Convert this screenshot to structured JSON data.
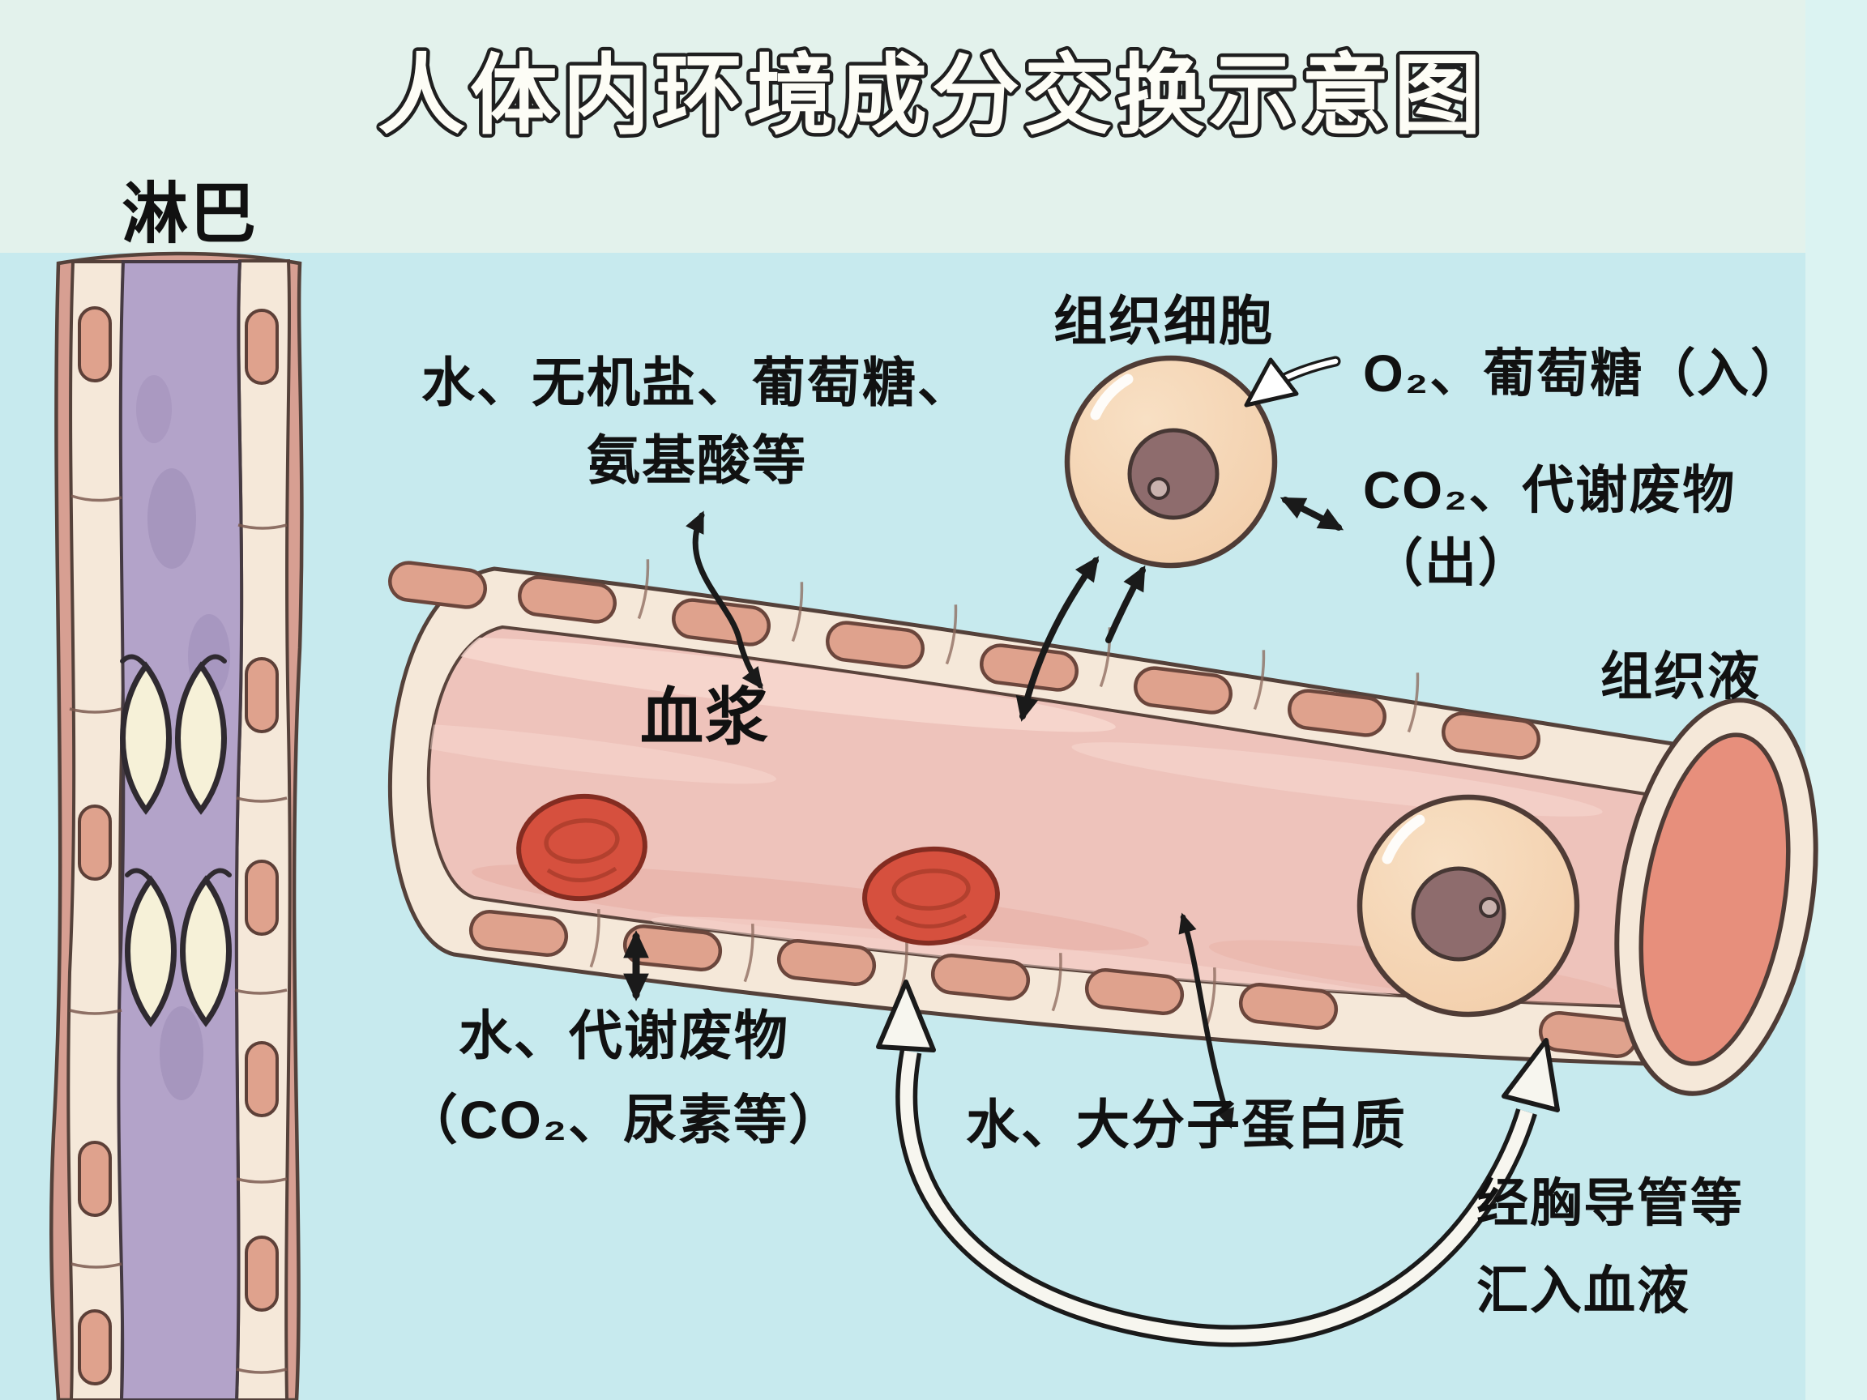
{
  "title": "人体内环境成分交换示意图",
  "colors": {
    "bg": "#c7eaee",
    "bg-top": "#e3f2ec",
    "bg-right": "#dbf3f2",
    "text": "#111111",
    "arrow": "#1a1a1a",
    "outline": "#54413a",
    "title-fill": "#fdfdf6",
    "wall-cream": "#f5e8d9",
    "wall-nucleus": "#dfa28d",
    "plasma": "#eec3bb",
    "plasma-light": "#f7d9d1",
    "plasma-dark": "#e4a89f",
    "lumen-end": "#e78f7c",
    "rbc": "#d6503e",
    "rbc-dark": "#832c21",
    "cell-body": "#f2cda9",
    "cell-body-light": "#f8e0c4",
    "cell-nucleus": "#8e6c6d",
    "nucleolus": "#c9b2ae",
    "lymph-outer": "#d79f92",
    "lymph-lumen": "#b3a3c9",
    "lymph-blob": "#a392bc",
    "valve": "#f6f1d8"
  },
  "lymph_vessel": {
    "label": "淋巴"
  },
  "blood_vessel": {
    "plasma_label": "血浆"
  },
  "tissue": {
    "cell_label": "组织细胞",
    "fluid_label": "组织液"
  },
  "annotations": {
    "plasma_exchange_line1": "水、无机盐、葡萄糖、",
    "plasma_exchange_line2": "氨基酸等",
    "cell_in": "O₂、葡萄糖（入）",
    "cell_out_line1": "CO₂、代谢废物",
    "cell_out_line2": "（出）",
    "waste_line1": "水、代谢废物",
    "waste_line2": "（CO₂、尿素等）",
    "lymph_absorb": "水、大分子蛋白质",
    "thoracic_line1": "经胸导管等",
    "thoracic_line2": "汇入血液"
  }
}
